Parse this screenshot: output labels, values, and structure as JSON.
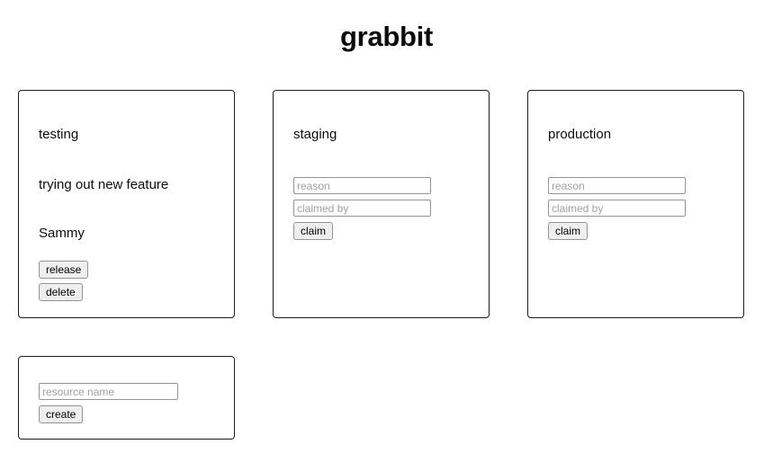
{
  "app": {
    "title": "grabbit",
    "background_color": "#ffffff",
    "card_border_color": "#1c1c1c",
    "button_background_color": "#efefef",
    "button_border_color": "#949494",
    "input_border_color": "#949494",
    "placeholder_color": "#a1a1a1"
  },
  "resources": [
    {
      "name": "testing",
      "claimed": true,
      "reason": "trying out new feature",
      "claimed_by": "Sammy",
      "actions": [
        {
          "label": "release",
          "name": "release-button"
        },
        {
          "label": "delete",
          "name": "delete-button"
        }
      ]
    },
    {
      "name": "staging",
      "claimed": false,
      "reason_placeholder": "reason",
      "claimed_by_placeholder": "claimed by",
      "reason_value": "",
      "claimed_by_value": "",
      "claim_label": "claim"
    },
    {
      "name": "production",
      "claimed": false,
      "reason_placeholder": "reason",
      "claimed_by_placeholder": "claimed by",
      "reason_value": "",
      "claimed_by_value": "",
      "claim_label": "claim"
    }
  ],
  "create_form": {
    "resource_name_placeholder": "resource name",
    "resource_name_value": "",
    "create_label": "create"
  }
}
